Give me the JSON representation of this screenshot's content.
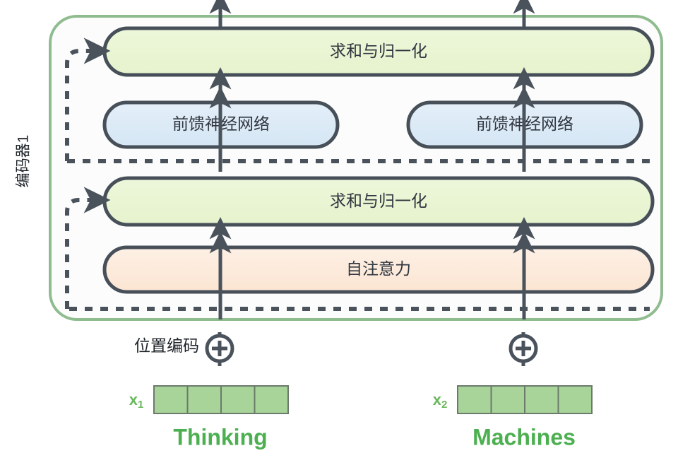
{
  "diagram": {
    "title_vertical": "编码器1",
    "colors": {
      "container_border": "#8fbc8f",
      "container_fill": "#fbfcfb",
      "addnorm_fill": "#eaf5d3",
      "addnorm_stroke": "#474f59",
      "ffn_fill": "#dbe9f6",
      "ffn_stroke": "#474f59",
      "attention_fill": "#fdeadb",
      "attention_stroke": "#474f59",
      "arrow": "#4a525c",
      "residual_dash": "#4a525c",
      "token_text": "#4caf50",
      "vector_fill": "#a8d49a",
      "vector_stroke": "#6b7a6b",
      "vector_label": "#69b85c"
    },
    "blocks": [
      {
        "id": "addnorm-top",
        "label": "求和与归一化",
        "kind": "add-norm",
        "span": "both"
      },
      {
        "id": "ffn-left",
        "label": "前馈神经网络",
        "kind": "feed-forward",
        "span": "left"
      },
      {
        "id": "ffn-right",
        "label": "前馈神经网络",
        "kind": "feed-forward",
        "span": "right"
      },
      {
        "id": "addnorm-bottom",
        "label": "求和与归一化",
        "kind": "add-norm",
        "span": "both"
      },
      {
        "id": "self-attention",
        "label": "自注意力",
        "kind": "attention",
        "span": "both"
      }
    ],
    "positional_encoding_label": "位置编码",
    "plus_symbol": "+",
    "columns": [
      {
        "vector_label": "x",
        "vector_subscript": "1",
        "token": "Thinking",
        "cells": 4
      },
      {
        "vector_label": "x",
        "vector_subscript": "2",
        "token": "Machines",
        "cells": 4
      }
    ]
  }
}
